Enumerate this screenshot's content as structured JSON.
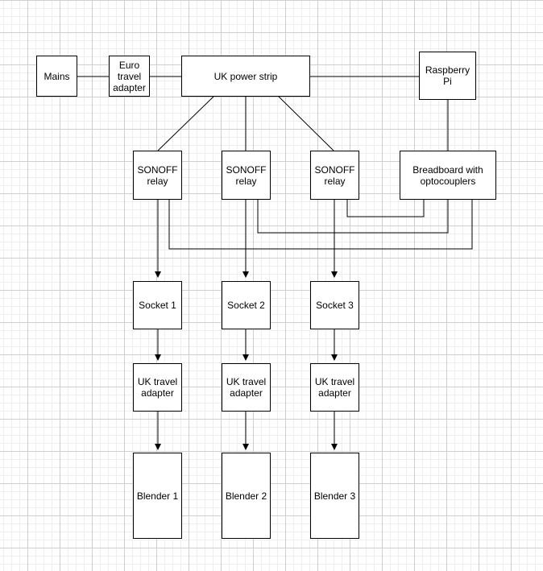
{
  "nodes": {
    "mains": "Mains",
    "euro_adapter": "Euro\ntravel\nadapter",
    "uk_strip": "UK power strip",
    "raspberry_pi": "Raspberry\nPi",
    "relay1": "SONOFF\nrelay",
    "relay2": "SONOFF\nrelay",
    "relay3": "SONOFF\nrelay",
    "breadboard": "Breadboard with\noptocouplers",
    "socket1": "Socket 1",
    "socket2": "Socket 2",
    "socket3": "Socket 3",
    "ukadapter1": "UK travel\nadapter",
    "ukadapter2": "UK travel\nadapter",
    "ukadapter3": "UK travel\nadapter",
    "blender1": "Blender 1",
    "blender2": "Blender 2",
    "blender3": "Blender 3"
  }
}
